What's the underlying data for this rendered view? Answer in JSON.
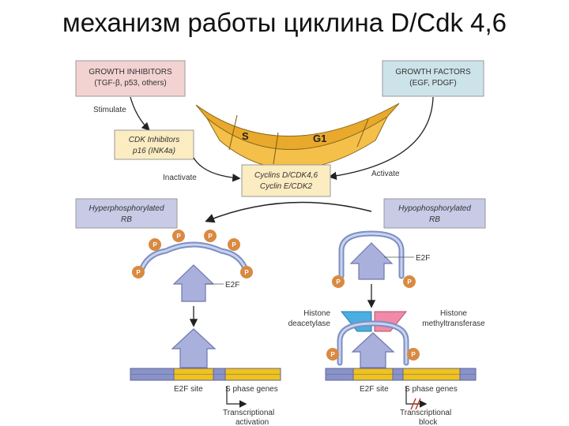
{
  "title": "механизм работы циклина D/Cdk 4,6",
  "boxes": {
    "growth_inhibitors": {
      "line1": "GROWTH INHIBITORS",
      "line2": "(TGF-β, p53, others)"
    },
    "growth_factors": {
      "line1": "GROWTH FACTORS",
      "line2": "(EGF, PDGF)"
    },
    "cdk_inhibitors": {
      "line1": "CDK Inhibitors",
      "line2": "p16 (INK4a)"
    },
    "cyclins": {
      "line1": "Cyclins D/CDK4,6",
      "line2": "Cyclin E/CDK2"
    },
    "hyper_rb": {
      "line1": "Hyperphosphorylated",
      "line2": "RB"
    },
    "hypo_rb": {
      "line1": "Hypophosphorylated",
      "line2": "RB"
    }
  },
  "arrows": {
    "stimulate": "Stimulate",
    "inactivate": "Inactivate",
    "activate": "Activate"
  },
  "cycle": {
    "s": "S",
    "g1": "G1"
  },
  "phosphate": "P",
  "labels": {
    "e2f_left": "E2F",
    "e2f_right": "E2F",
    "histone_deacetylase_1": "Histone",
    "histone_deacetylase_2": "deacetylase",
    "histone_methyl_1": "Histone",
    "histone_methyl_2": "methyltransferase"
  },
  "dna": {
    "left": {
      "site": "E2F site",
      "genes": "S phase genes",
      "result1": "Transcriptional",
      "result2": "activation"
    },
    "right": {
      "site": "E2F site",
      "genes": "S phase genes",
      "result1": "Transcriptional",
      "result2": "block"
    }
  },
  "colors": {
    "pink_box": "#f2d3d1",
    "blue_box": "#cde3ea",
    "yellow_box": "#fbecc2",
    "lavender_box": "#c8cbe6",
    "cycle": "#f5c04a",
    "e2f": "#a9b0dc",
    "rb": "#9fb1d8",
    "phosphate": "#d98a42",
    "deacetylase": "#4aaee0",
    "methyltransferase": "#f08aa8",
    "dna_yellow": "#f0c21c",
    "dna_blue": "#8a93c8"
  }
}
